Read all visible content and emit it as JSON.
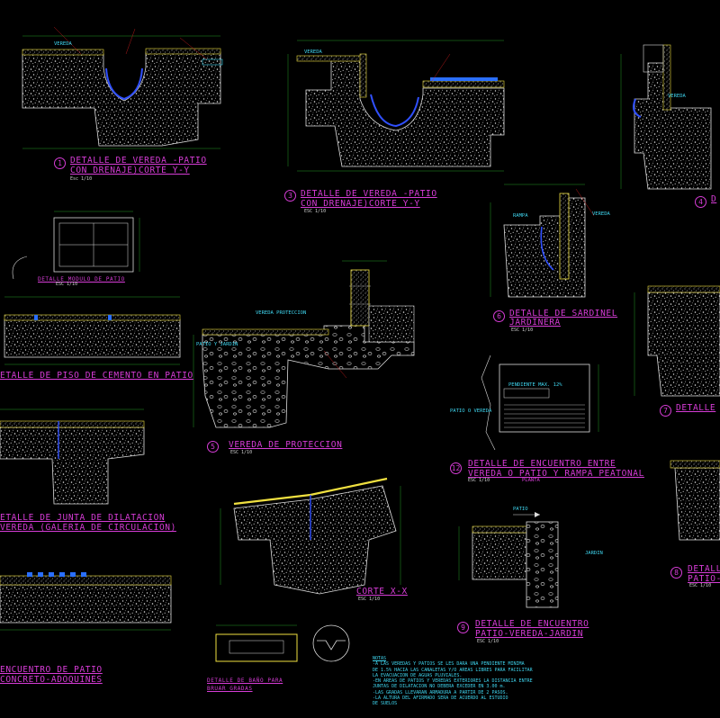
{
  "colors": {
    "background": "#000000",
    "title": "#d63cd6",
    "concrete": "#c8c8c8",
    "wall": "#f0e040",
    "drain": "#3050ff",
    "labels": "#3fd6f0",
    "dims": "#2fbf2f",
    "leader": "#e02020"
  },
  "details": [
    {
      "num": "1",
      "lines": [
        "DETALLE DE VEREDA -PATIO",
        "CON DRENAJE)CORTE Y-Y"
      ],
      "scale": "Esc 1/10"
    },
    {
      "num": "3",
      "lines": [
        "DETALLE DE VEREDA -PATIO",
        "CON DRENAJE)CORTE Y-Y"
      ],
      "scale": "ESC 1/10"
    },
    {
      "num": "4",
      "lines": [
        "D"
      ],
      "scale": ""
    },
    {
      "num": "",
      "lines": [
        "DETALLE MODULO DE PATIO"
      ],
      "scale": "ESC 1/10"
    },
    {
      "num": "",
      "lines": [
        "ETALLE DE PISO DE CEMENTO EN PATIO"
      ],
      "scale": ""
    },
    {
      "num": "6",
      "lines": [
        "DETALLE DE SARDINEL",
        "JARDINERA"
      ],
      "scale": "ESC 1/10"
    },
    {
      "num": "5",
      "lines": [
        "VEREDA DE PROTECCION"
      ],
      "scale": "ESC 1/10"
    },
    {
      "num": "7",
      "lines": [
        "DETALLE"
      ],
      "scale": ""
    },
    {
      "num": "",
      "lines": [
        "ETALLE DE JUNTA DE DILATACION",
        "VEREDA (GALERIA DE CIRCULACION)"
      ],
      "scale": ""
    },
    {
      "num": "12",
      "lines": [
        "DETALLE DE ENCUENTRO ENTRE",
        "VEREDA O PATIO Y RAMPA PEATONAL"
      ],
      "scale": "ESC 1/10"
    },
    {
      "num": "",
      "lines": [
        "CORTE X-X"
      ],
      "scale": "ESC 1/10"
    },
    {
      "num": "9",
      "lines": [
        "DETALLE DE ENCUENTRO",
        "PATIO-VEREDA-JARDIN"
      ],
      "scale": "ESC 1/10"
    },
    {
      "num": "8",
      "lines": [
        "DETALL",
        "PATIO-"
      ],
      "scale": "ESC 1/10"
    },
    {
      "num": "",
      "lines": [
        "ENCUENTRO DE PATIO",
        "CONCRETO-ADOQUINES"
      ],
      "scale": ""
    },
    {
      "num": "",
      "lines": [
        "DETALLE DE BAÑO PARA",
        "BRUAR GRADAS"
      ],
      "scale": ""
    }
  ],
  "labels": {
    "vereda": "VEREDA",
    "patio": "PATIO",
    "rampa": "RAMPA",
    "jardin": "JARDIN",
    "patio_jardin": "PATIO Y JARDIN",
    "vereda_proteccion": "VEREDA PROTECCION",
    "patio_o_vereda": "PATIO O VEREDA",
    "planta": "PLANTA",
    "pendiente": "PENDIENTE MAX. 12%",
    "rampa_ramp": "RAMPA"
  },
  "notes": {
    "heading": "NOTAS",
    "lines": [
      "-A LAS VEREDAS Y PATIOS SE LES DARA UNA PENDIENTE MINIMA",
      " DE 1.5% HACIA LAS CANALETAS Y/O AREAS LIBRES PARA FACILITAR",
      " LA EVACUACION DE AGUAS PLUVIALES.",
      "-EN AREAS DE PATIOS Y VEREDAS EXTERIORES LA DISTANCIA ENTRE",
      " JUNTAS DE DILATACION NO DEBERA EXCEDER EN 3.00 m.",
      "-LAS GRADAS LLEVARAN ARMADURA A PARTIR DE 2 PASOS.",
      "-LA ALTURA DEL AFIRMADO SERA DE ACUERDO AL ESTUDIO",
      " DE SUELOS"
    ]
  }
}
